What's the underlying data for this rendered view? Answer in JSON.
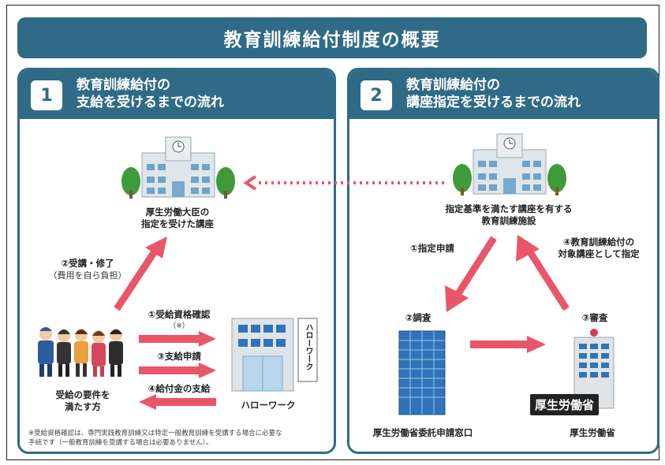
{
  "page": {
    "title": "教育訓練給付制度の概要"
  },
  "left_panel": {
    "number": "1",
    "title_line1": "教育訓練給付の",
    "title_line2": "支給を受けるまでの流れ",
    "course_label_line1": "厚生労働大臣の",
    "course_label_line2": "指定を受けた講座",
    "step2_label": "②受講・修了",
    "step2_sub": "（費用を自ら負担）",
    "step1_label": "①受給資格確認",
    "step1_sub": "（※）",
    "step3_label": "③支給申請",
    "step4_label": "④給付金の支給",
    "people_label_line1": "受給の要件を",
    "people_label_line2": "満たす方",
    "hellowork_label": "ハローワーク",
    "hellowork_sign": "ハローワーク",
    "note_line1": "※受給資格確認は、専門実践教育訓練又は特定一般教育訓練を受講する場合に必要な",
    "note_line2": "手続です（一般教育訓練を受講する場合は必要ありません）。"
  },
  "right_panel": {
    "number": "2",
    "title_line1": "教育訓練給付の",
    "title_line2": "講座指定を受けるまでの流れ",
    "facility_label_line1": "指定基準を満たす講座を有する",
    "facility_label_line2": "教育訓練施設",
    "step1_label": "①指定申請",
    "step4_label_line1": "④教育訓練給付の",
    "step4_label_line2": "対象講座として指定",
    "step2_label": "②調査",
    "step3_label": "③審査",
    "agency_label": "厚生労働省委託申請窓口",
    "ministry_label": "厚生労働省",
    "ministry_sign": "厚生労働省"
  },
  "colors": {
    "header": "#2f6b86",
    "arrow": "#e9566a",
    "dotted": "#e9566a"
  }
}
